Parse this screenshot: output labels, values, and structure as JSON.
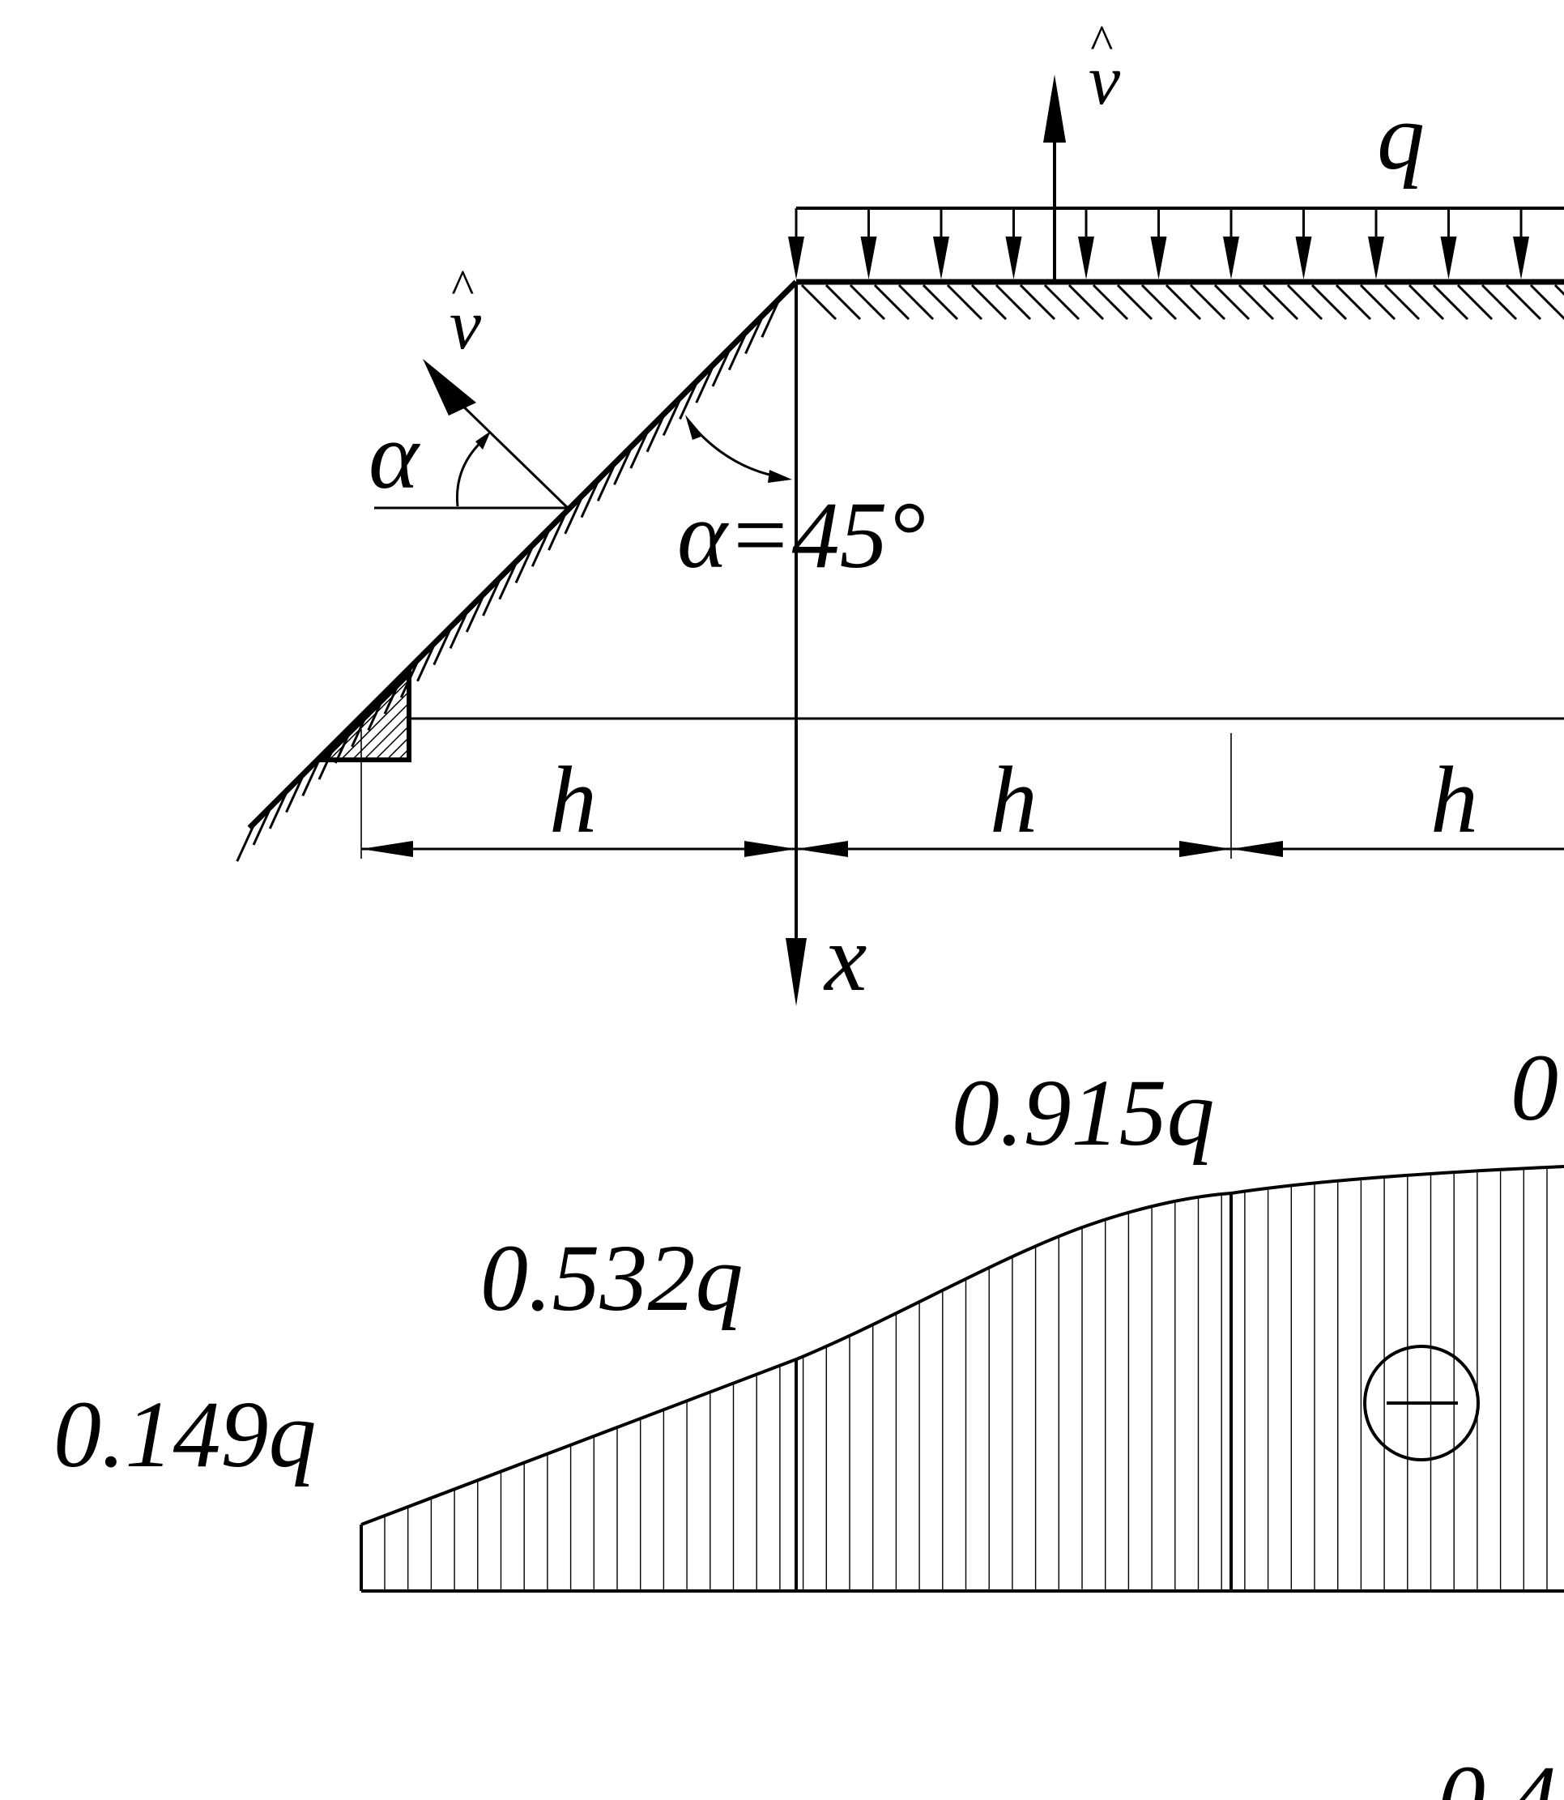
{
  "labels": {
    "q": "q",
    "v_top": "v",
    "v_top_hat": "^",
    "v_left": "v",
    "v_left_hat": "^",
    "alpha_left": "α",
    "alpha_eq": "α=45°",
    "h1": "h",
    "h2": "h",
    "h3": "h",
    "x": "x"
  },
  "diagram_values": {
    "v1": "0.149q",
    "v2": "0.532q",
    "v3": "0.915q",
    "v4_partial": "0",
    "bottom_partial": "0.4",
    "sign": "minus"
  }
}
